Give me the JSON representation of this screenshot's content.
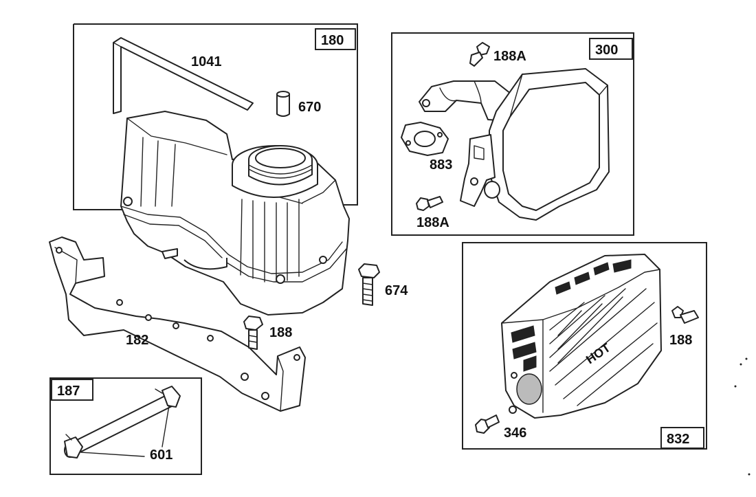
{
  "groups": {
    "g180": "180",
    "g300": "300",
    "g187": "187",
    "g832": "832"
  },
  "parts": {
    "p1041": "1041",
    "p670": "670",
    "p188A_top": "188A",
    "p883": "883",
    "p188A_bottom": "188A",
    "p674": "674",
    "p188_left": "188",
    "p182": "182",
    "p601": "601",
    "p188_right": "188",
    "p346": "346"
  },
  "guard_text": "HOT"
}
